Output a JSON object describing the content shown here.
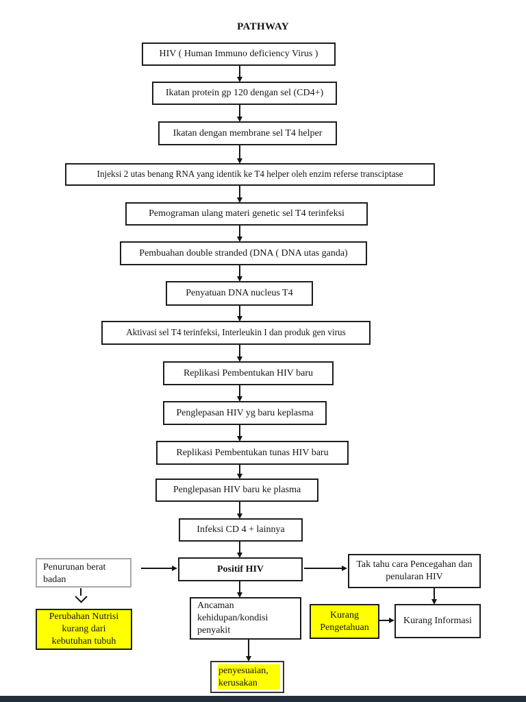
{
  "diagram": {
    "title": "PATHWAY",
    "type": "flowchart",
    "main_sequence": [
      "HIV ( Human Immuno deficiency Virus )",
      "Ikatan protein gp 120 dengan sel (CD4+)",
      "Ikatan dengan membrane sel T4 helper",
      "Injeksi 2 utas benang RNA yang identik ke T4 helper oleh enzim referse transciptase",
      "Pemograman ulang materi genetic sel T4 terinfeksi",
      "Pembuahan double stranded (DNA ( DNA utas ganda)",
      "Penyatuan DNA nucleus T4",
      "Aktivasi sel T4 terinfeksi, Interleukin I dan produk gen virus",
      "Replikasi Pembentukan HIV baru",
      "Penglepasan HIV yg baru keplasma",
      "Replikasi Pembentukan tunas HIV baru",
      "Penglepasan HIV baru ke plasma",
      "Infeksi CD 4 + lainnya",
      "Positif HIV"
    ],
    "branches": {
      "left": {
        "cause": "Penurunan berat badan",
        "nursing_diagnosis": "Perubahan Nutrisi kurang dari kebutuhan tubuh"
      },
      "center": {
        "threat": "Ancaman kehidupan/kondisi penyakit",
        "outcome": "penyesuaian, kerusakan"
      },
      "right": {
        "cause": "Tak tahu cara Pencegahan dan penularan HIV",
        "knowledge_deficit": "Kurang Pengetahuan",
        "information_deficit": "Kurang Informasi"
      }
    },
    "colors": {
      "highlight_yellow": "#ffff00",
      "box_border": "#1c1c1c",
      "gray_border": "#a8a8a8",
      "footer_bar": "#242f3e"
    }
  }
}
